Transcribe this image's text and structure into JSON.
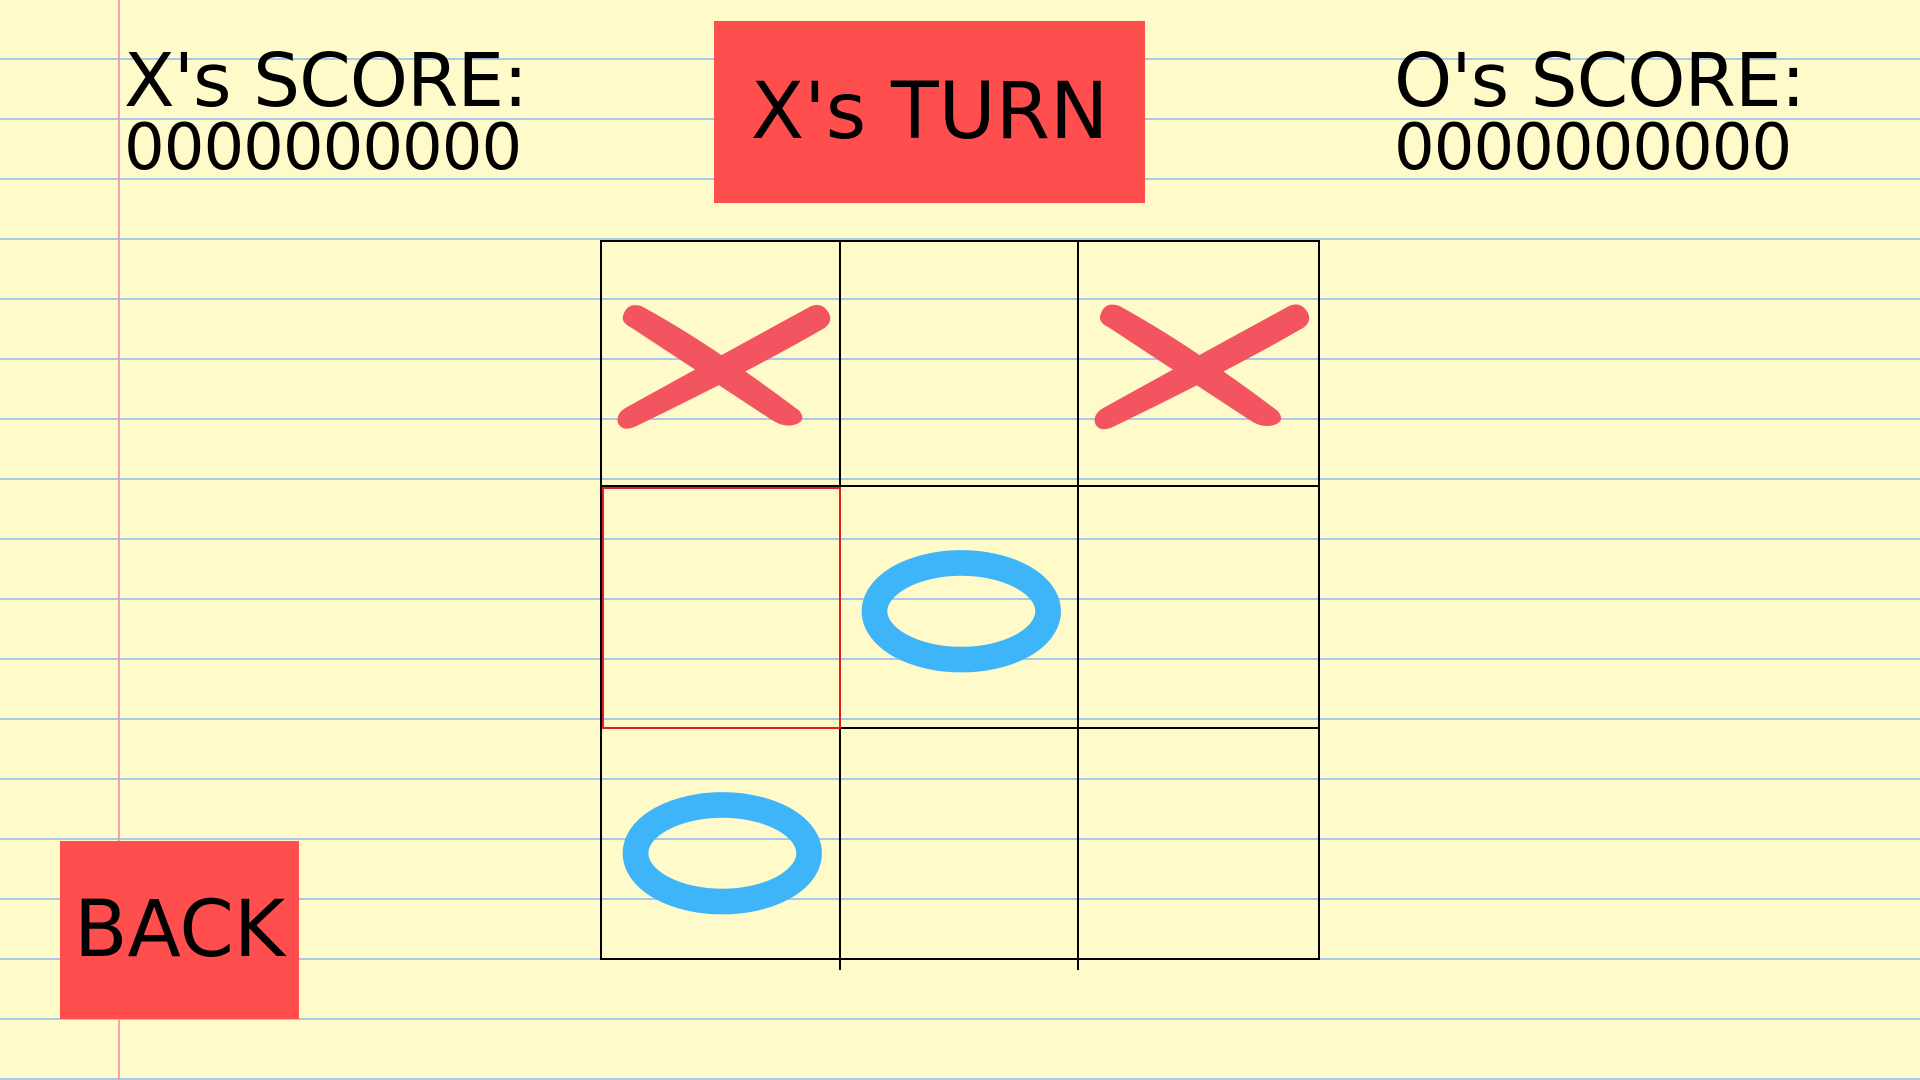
{
  "header": {
    "x_score_label": "X's SCORE:",
    "x_score_value": "0000000000",
    "o_score_label": "O's SCORE:",
    "o_score_value": "0000000000",
    "turn_label": "X's TURN"
  },
  "controls": {
    "back_label": "BACK"
  },
  "board": {
    "cells": [
      "X",
      "",
      "X",
      "",
      "O",
      "",
      "O",
      "",
      ""
    ],
    "selected_cell": 3
  },
  "colors": {
    "paper": "#fffac9",
    "rule_line": "#a9c9ea",
    "margin_line": "#f4a3ad",
    "button": "#fe4e4e",
    "x_mark": "#f25560",
    "o_mark": "#3eb5f8",
    "selection": "#e02020"
  },
  "icons": {
    "x_mark": "x-mark-icon",
    "o_mark": "o-mark-icon"
  }
}
